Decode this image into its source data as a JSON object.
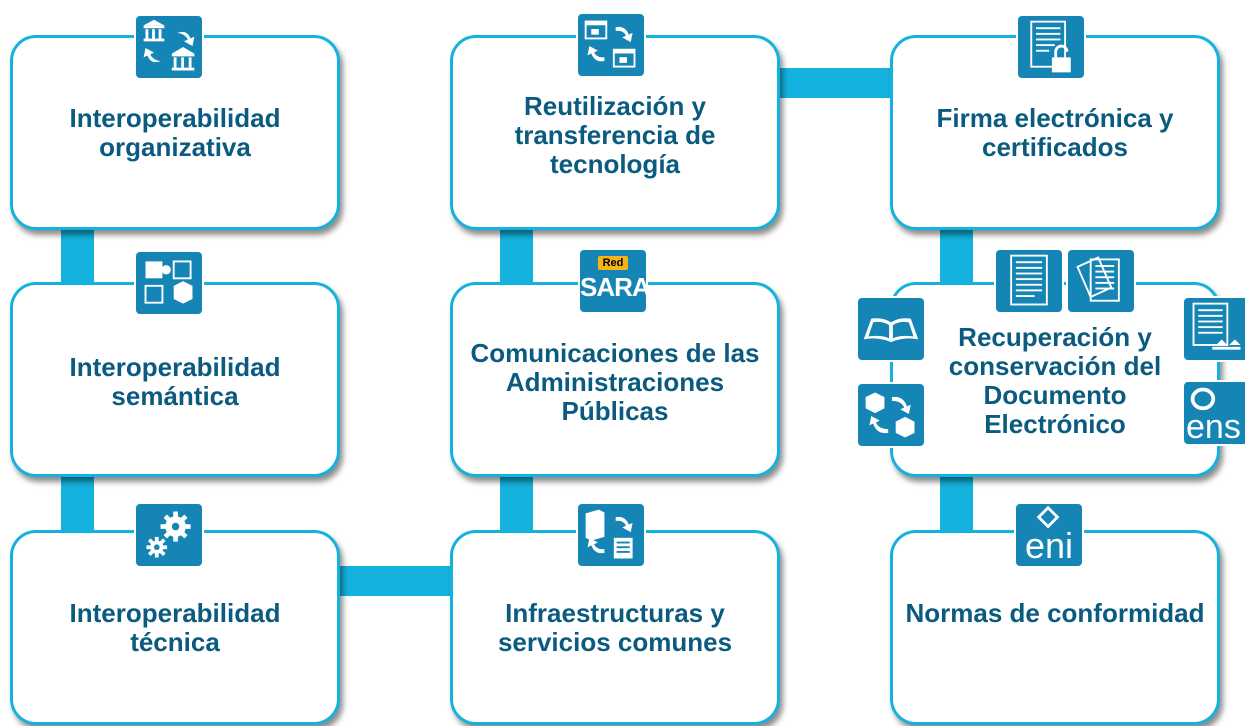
{
  "colors": {
    "accent": "#14b2de",
    "icon_bg": "#1485b4",
    "text": "#0b5b80"
  },
  "cards": {
    "organizativa": {
      "label": "Interoperabilidad organizativa",
      "icon": "buildings-exchange-icon"
    },
    "semantica": {
      "label": "Interoperabilidad semántica",
      "icon": "puzzle-icon"
    },
    "tecnica": {
      "label": "Interoperabilidad técnica",
      "icon": "gears-icon"
    },
    "reutilizacion": {
      "label": "Reutilización y transferencia de tecnología",
      "icon": "windows-exchange-icon"
    },
    "comunicaciones": {
      "label": "Comunicaciones de las Administraciones Públicas",
      "icon": "red-sara-logo",
      "logo_small": "Red",
      "logo_text": "SARA"
    },
    "infraestructuras": {
      "label": "Infraestructuras y servicios comunes",
      "icon": "server-exchange-icon"
    },
    "firma": {
      "label": "Firma electrónica y certificados",
      "icon": "document-lock-icon"
    },
    "recuperacion": {
      "label": "Recuperación y conservación del Documento Electrónico",
      "icons": [
        "document-icon",
        "documents-stack-icon",
        "open-book-icon",
        "boxes-exchange-icon",
        "document-scale-icon",
        "ens-logo"
      ],
      "ens_text": "ens"
    },
    "normas": {
      "label": "Normas de conformidad",
      "icon": "eni-logo",
      "eni_text": "eni"
    }
  }
}
